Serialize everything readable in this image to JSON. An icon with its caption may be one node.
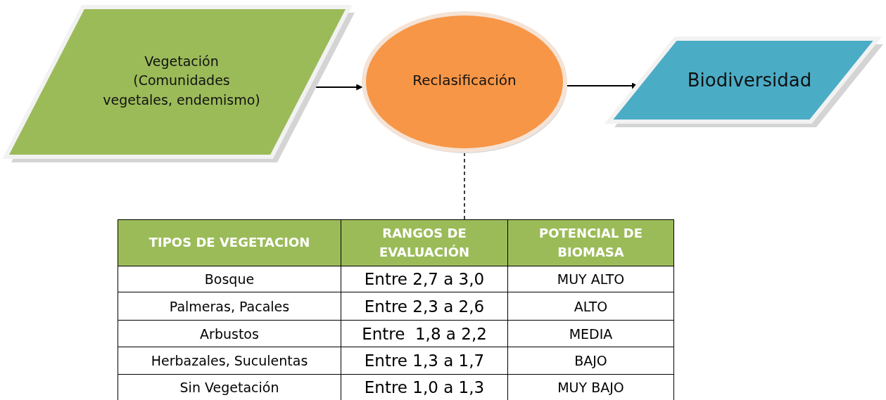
{
  "diagram": {
    "nodes": [
      {
        "text": [
          "Vegetación (Comunidades vegetales, endemismo)"
        ]
      },
      {
        "text": [
          "Reclasificación"
        ]
      },
      {
        "text": [
          "Biodiversidad"
        ]
      },
      {
        "text": [
          "TIPOS DE VEGETACION",
          "RANGOS DE EVALUACIÓN",
          "POTENCIAL DE BIOMASA",
          "Bosque",
          "Entre 2,7 a 3,0",
          "MUY ALTO",
          "Palmeras, Pacales",
          "Entre 2,3 a 2,6",
          "ALTO",
          "Arbustos",
          "Entre  1,8 a 2,2",
          "MEDIA",
          "Herbazales, Suculentas",
          "Entre 1,3 a 1,7",
          "BAJO",
          "Sin Vegetación",
          "Entre 1,0 a 1,3",
          "MUY BAJO"
        ]
      }
    ],
    "edges": [
      {
        "from": 0,
        "to": 1,
        "arrow": "to"
      },
      {
        "from": 1,
        "to": 2,
        "arrow": "to"
      },
      {
        "from": 1,
        "to": 3,
        "arrow": "none",
        "style": "dashed"
      }
    ]
  }
}
